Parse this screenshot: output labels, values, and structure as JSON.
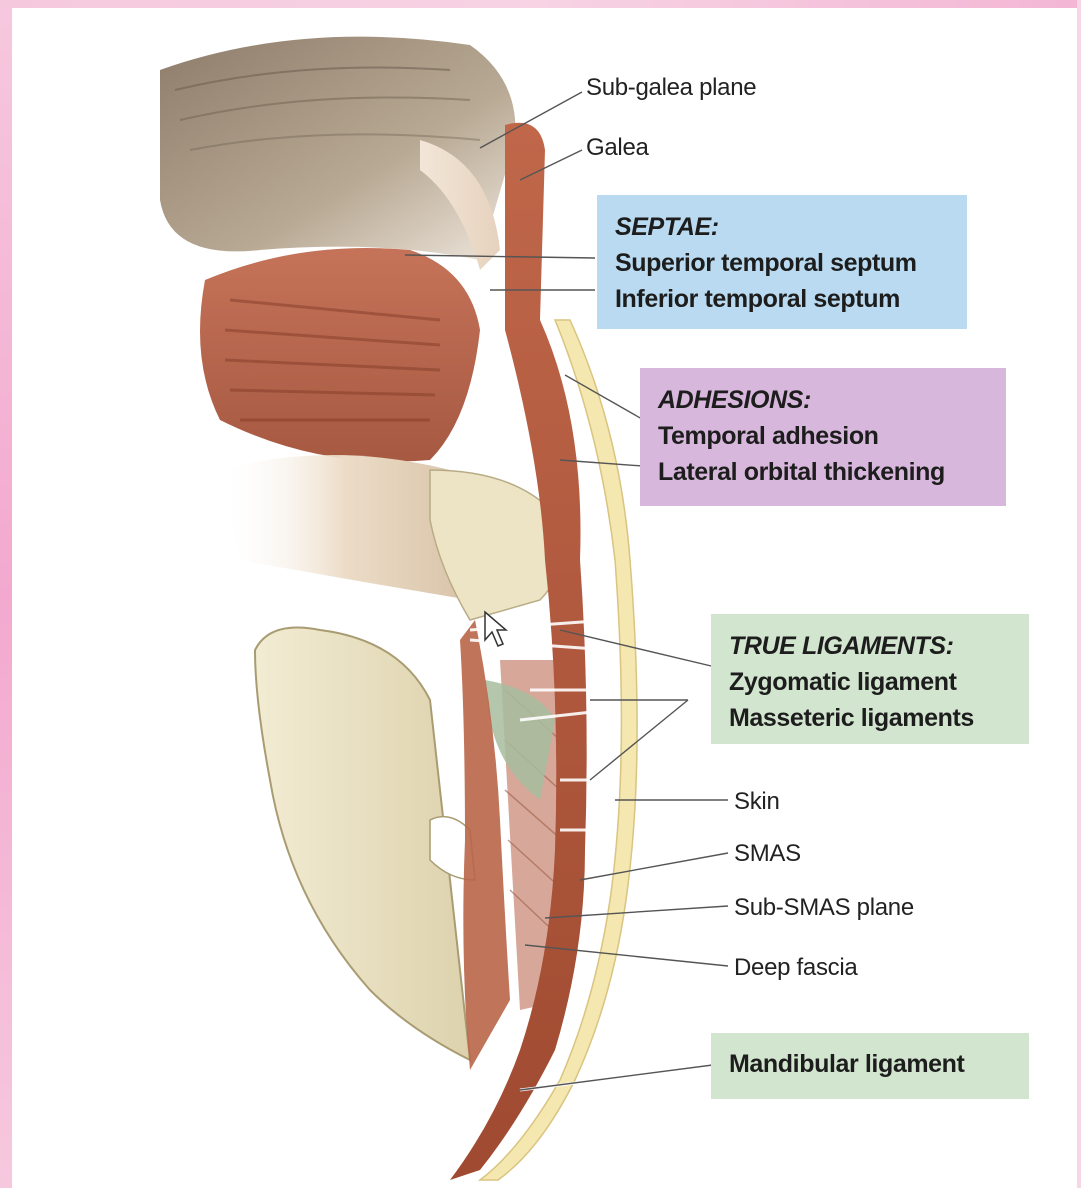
{
  "labels": {
    "sub_galea_plane": "Sub-galea plane",
    "galea": "Galea",
    "skin": "Skin",
    "smas": "SMAS",
    "sub_smas_plane": "Sub-SMAS plane",
    "deep_fascia": "Deep fascia"
  },
  "boxes": {
    "septae": {
      "heading": "SEPTAE:",
      "items": [
        "Superior temporal septum",
        "Inferior temporal septum"
      ],
      "color": "#b9daf0"
    },
    "adhesions": {
      "heading": "ADHESIONS:",
      "items": [
        "Temporal adhesion",
        "Lateral orbital thickening"
      ],
      "color": "#d8b7dc"
    },
    "true_ligaments": {
      "heading": "TRUE LIGAMENTS:",
      "items": [
        "Zygomatic ligament",
        "Masseteric ligaments"
      ],
      "color": "#d2e6cf"
    },
    "mandibular": {
      "label": "Mandibular ligament",
      "color": "#d2e6cf"
    }
  },
  "colors": {
    "muscle": "#b85a3c",
    "bone": "#ece4c4",
    "skin_layer": "#f5e7b0",
    "frame": "#f3a9cf"
  }
}
